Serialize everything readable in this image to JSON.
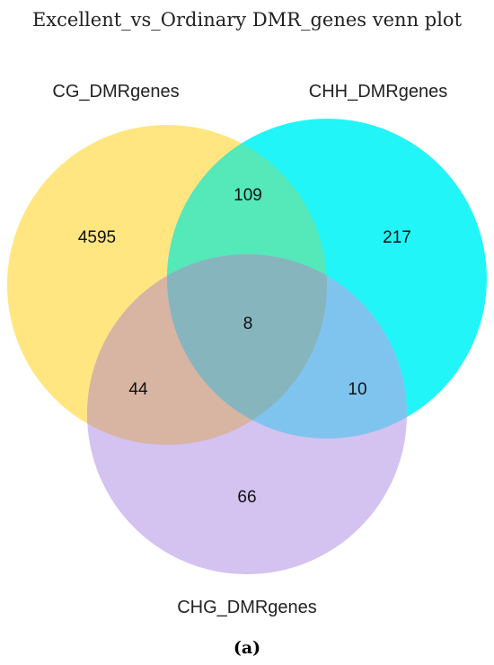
{
  "title": "Excellent_vs_Ordinary DMR_genes venn plot",
  "caption": "(a)",
  "sets": [
    {
      "key": "cg",
      "label": "CG_DMRgenes",
      "color": "#FFE680"
    },
    {
      "key": "chh",
      "label": "CHH_DMRgenes",
      "color": "#22F5F8"
    },
    {
      "key": "chg",
      "label": "CHG_DMRgenes",
      "color": "#D4C2F0"
    }
  ],
  "regions": {
    "cg_only": "4595",
    "chh_only": "217",
    "chg_only": "66",
    "cg_chh": "109",
    "cg_chg": "44",
    "chh_chg": "10",
    "all_three": "8"
  },
  "colors": {
    "cg_chh": "#55E8B8",
    "cg_chg": "#D8B4A2",
    "chh_chg": "#7EC4EE",
    "all_three": "#86B5BE"
  }
}
